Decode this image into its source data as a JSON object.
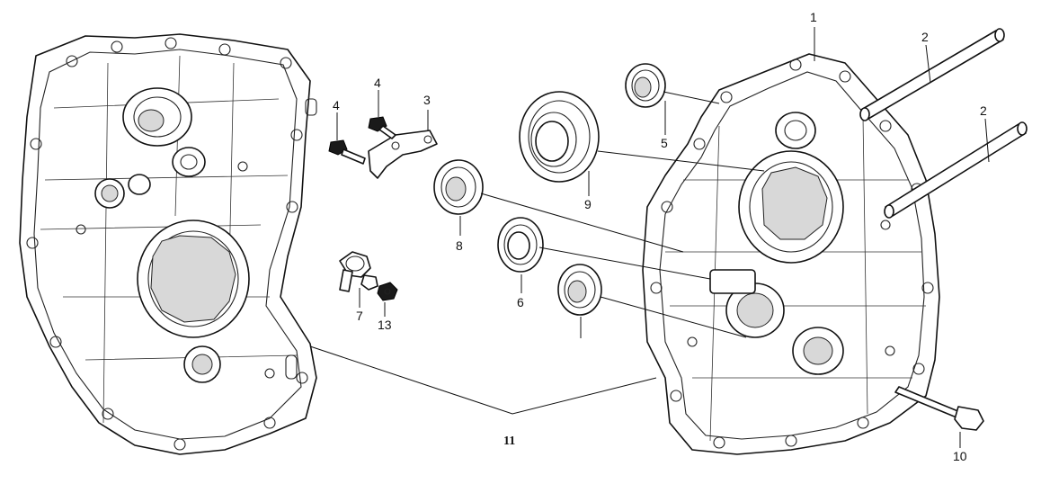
{
  "labels": {
    "p1": "1",
    "p2a": "2",
    "p2b": "2",
    "p3": "3",
    "p4a": "4",
    "p4b": "4",
    "p5": "5",
    "p6": "6",
    "p7": "7",
    "p8": "8",
    "p9": "9",
    "p10": "10",
    "p11": "11",
    "p13": "13"
  }
}
